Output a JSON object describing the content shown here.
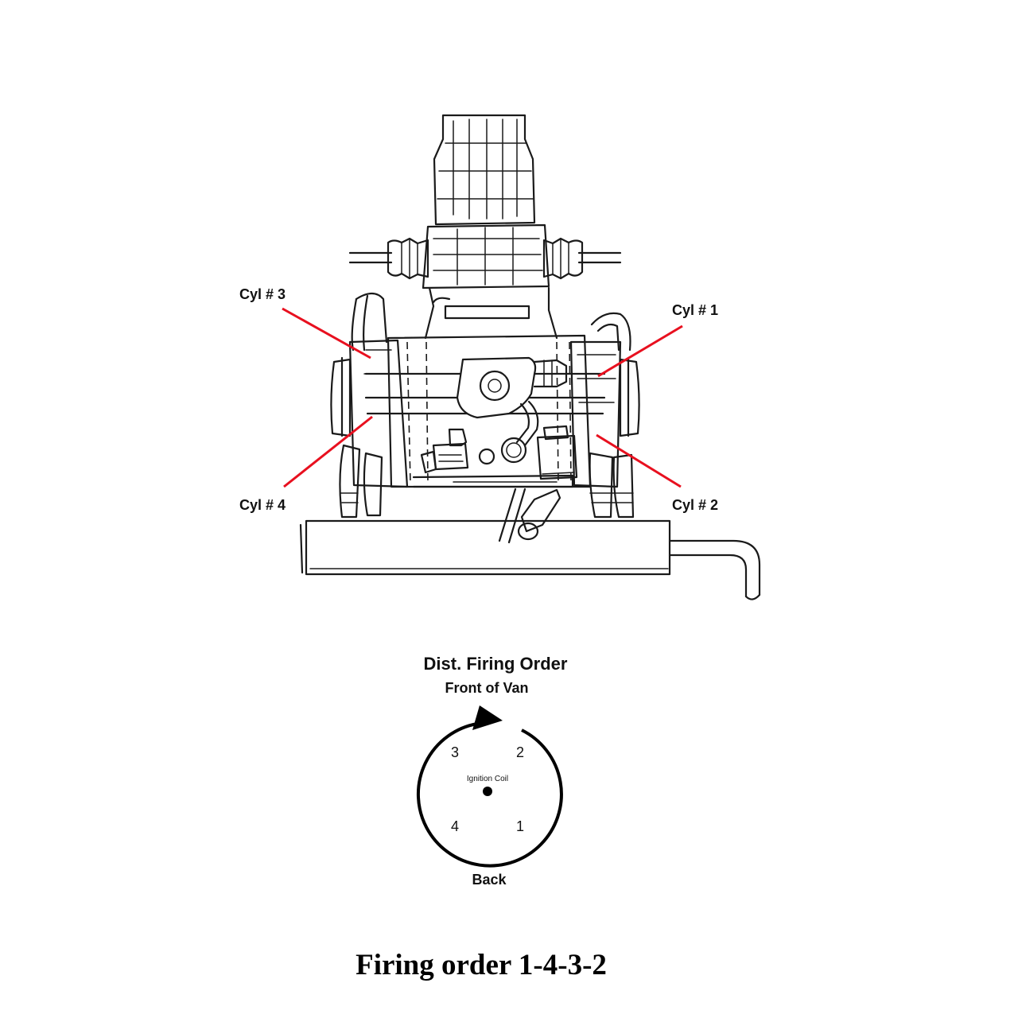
{
  "engine": {
    "labels": {
      "cyl3": "Cyl # 3",
      "cyl1": "Cyl # 1",
      "cyl4": "Cyl # 4",
      "cyl2": "Cyl # 2"
    },
    "pointer_color": "#e8101f"
  },
  "distributor": {
    "title": "Dist. Firing Order",
    "front": "Front of Van",
    "back": "Back",
    "center_label": "Ignition Coil",
    "positions": {
      "top_left": "3",
      "top_right": "2",
      "bottom_left": "4",
      "bottom_right": "1"
    },
    "rotation": "clockwise"
  },
  "caption": "Firing order 1-4-3-2"
}
